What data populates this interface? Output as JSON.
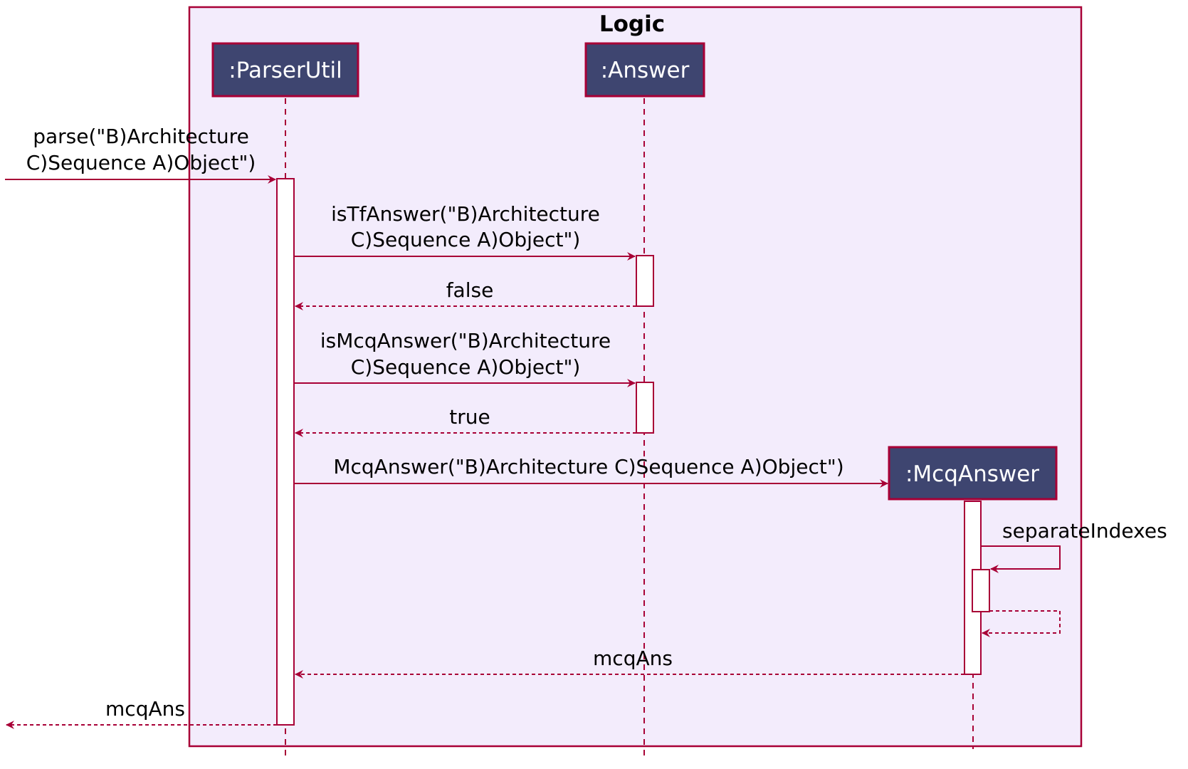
{
  "diagram": {
    "boundary_title": "Logic",
    "colors": {
      "boundary_fill": "#F3ECFC",
      "line": "#A80036",
      "participant_fill": "#3E4570",
      "participant_text": "#FFFFFF"
    },
    "participants": {
      "parser_util": ":ParserUtil",
      "answer": ":Answer",
      "mcq_answer": ":McqAnswer"
    },
    "messages": {
      "parse_line1": "parse(\"B)Architecture",
      "parse_line2": "C)Sequence A)Object\")",
      "is_tf_line1": "isTfAnswer(\"B)Architecture",
      "is_tf_line2": "C)Sequence A)Object\")",
      "false_return": "false",
      "is_mcq_line1": "isMcqAnswer(\"B)Architecture",
      "is_mcq_line2": "C)Sequence A)Object\")",
      "true_return": "true",
      "create_mcq": "McqAnswer(\"B)Architecture C)Sequence A)Object\")",
      "separate_indexes": "separateIndexes",
      "mcq_return_inner": "mcqAns",
      "mcq_return_outer": "mcqAns"
    }
  }
}
